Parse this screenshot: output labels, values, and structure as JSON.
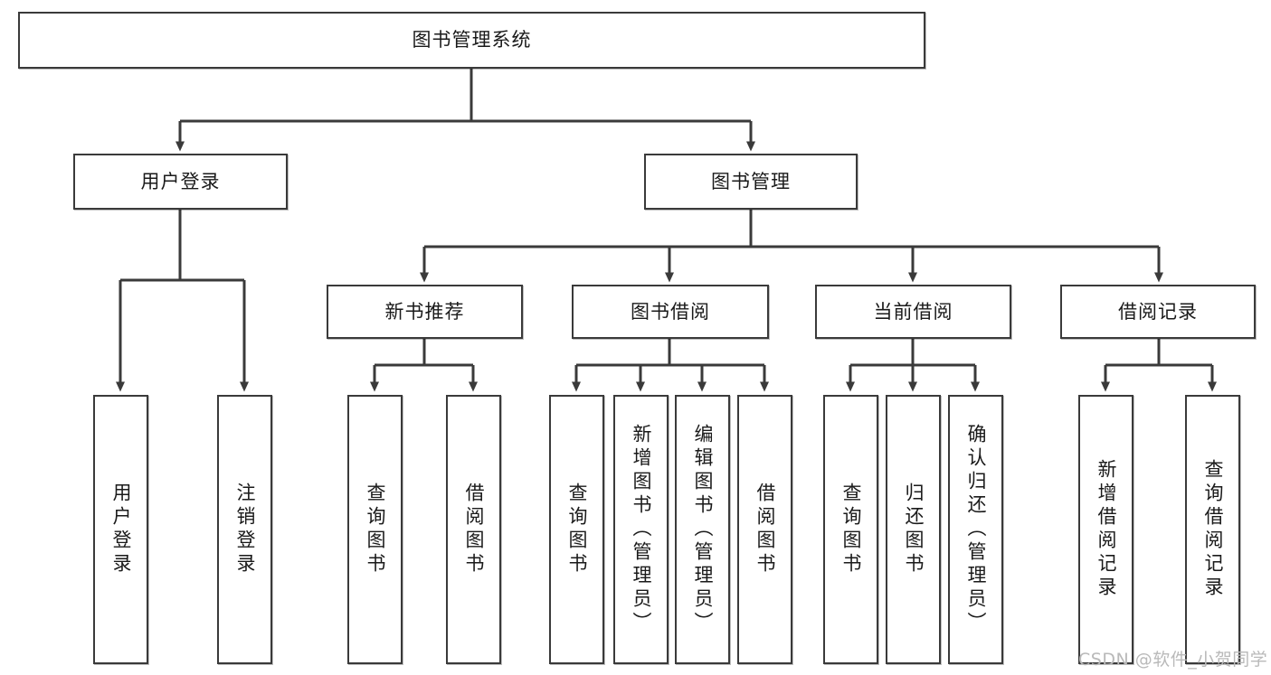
{
  "diagram": {
    "type": "tree-hierarchy-flowchart",
    "title": "图书管理系统",
    "colors": {
      "box_stroke": "#3a3a3a",
      "box_fill": "#ffffff",
      "connector": "#3a3a3a",
      "text": "#1a1a1a",
      "watermark": "#b9b9b9",
      "background": "#ffffff"
    },
    "root": {
      "label": "图书管理系统"
    },
    "level2": [
      {
        "label": "用户登录"
      },
      {
        "label": "图书管理"
      }
    ],
    "level3": [
      {
        "label": "新书推荐"
      },
      {
        "label": "图书借阅"
      },
      {
        "label": "当前借阅"
      },
      {
        "label": "借阅记录"
      }
    ],
    "leaves": {
      "user_login": [
        {
          "label": "用户登录"
        },
        {
          "label": "注销登录"
        }
      ],
      "new_book_recommend": [
        {
          "label": "查询图书"
        },
        {
          "label": "借阅图书"
        }
      ],
      "book_borrow": [
        {
          "label": "查询图书"
        },
        {
          "label": "新增图书（管理员）"
        },
        {
          "label": "编辑图书（管理员）"
        },
        {
          "label": "借阅图书"
        }
      ],
      "current_borrow": [
        {
          "label": "查询图书"
        },
        {
          "label": "归还图书"
        },
        {
          "label": "确认归还（管理员）"
        }
      ],
      "borrow_record": [
        {
          "label": "新增借阅记录"
        },
        {
          "label": "查询借阅记录"
        }
      ]
    },
    "watermark": "CSDN @软件_小贺同学"
  }
}
